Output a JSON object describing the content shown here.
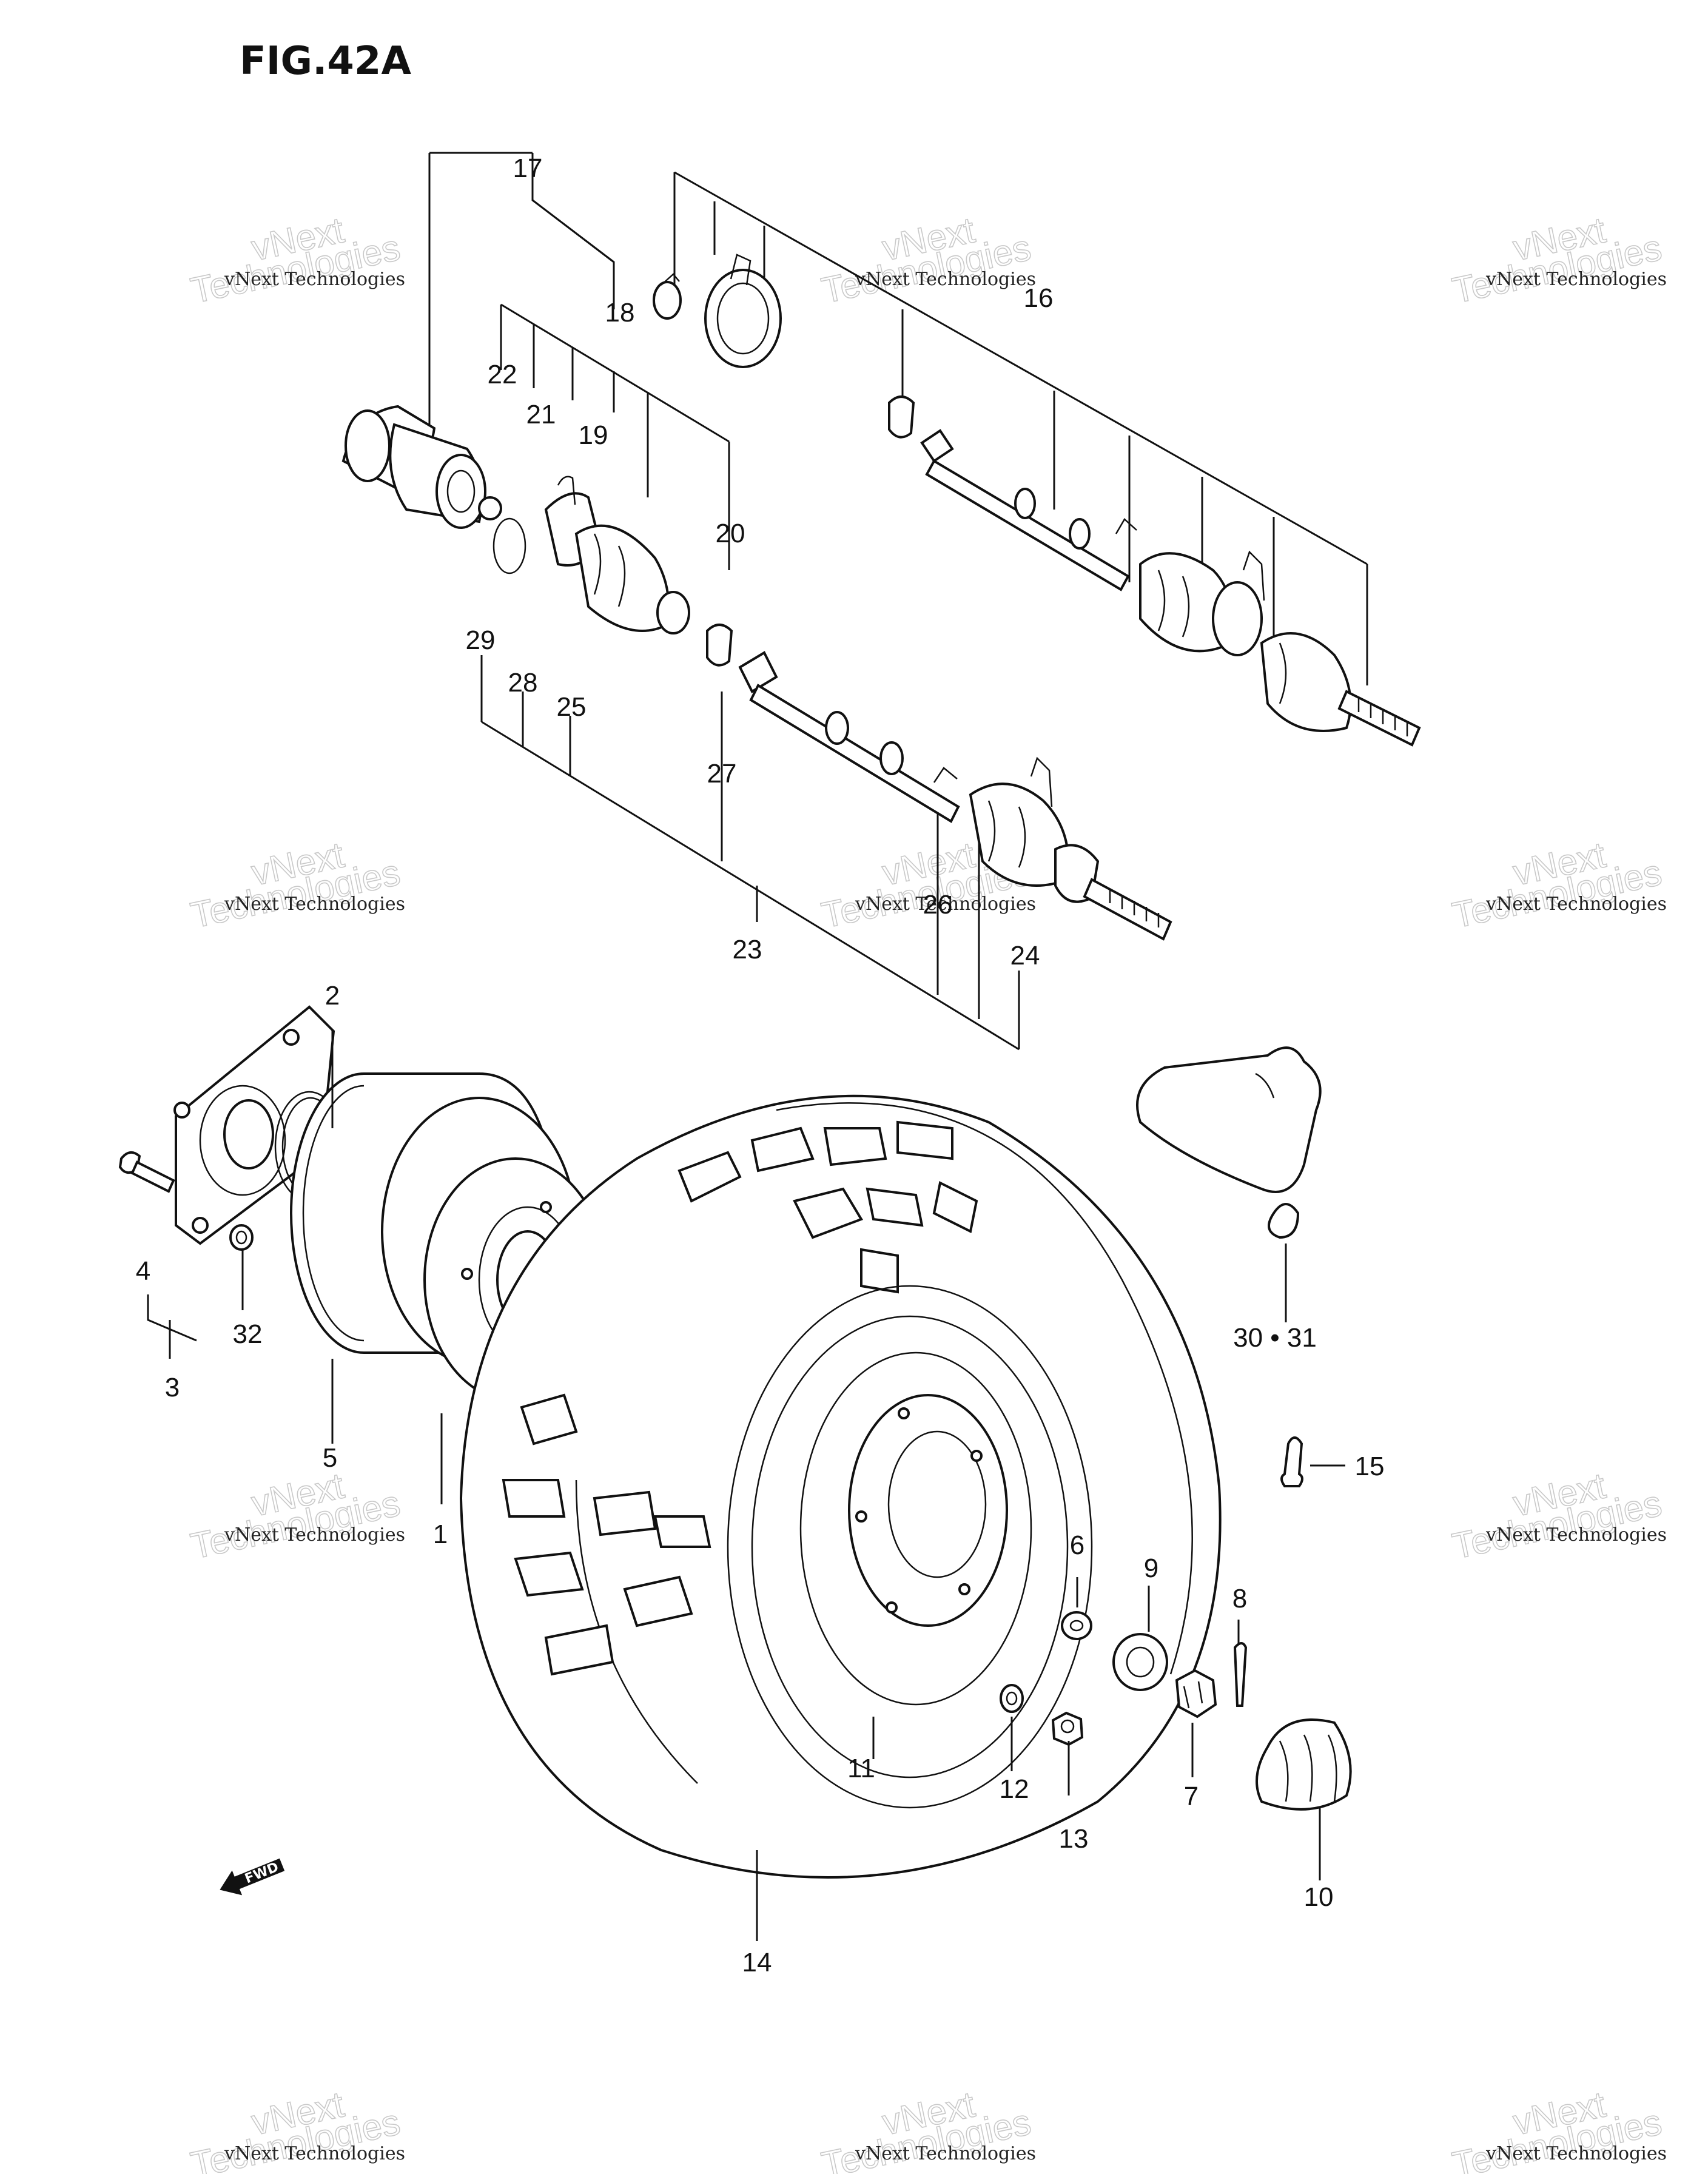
{
  "figure": {
    "title": "FIG.42A"
  },
  "callouts": {
    "c1": "1",
    "c2": "2",
    "c3": "3",
    "c4": "4",
    "c5": "5",
    "c6": "6",
    "c7": "7",
    "c8": "8",
    "c9": "9",
    "c10": "10",
    "c11": "11",
    "c12": "12",
    "c13": "13",
    "c14": "14",
    "c15": "15",
    "c16": "16",
    "c17": "17",
    "c18": "18",
    "c19": "19",
    "c20": "20",
    "c21": "21",
    "c22": "22",
    "c23": "23",
    "c24": "24",
    "c25": "25",
    "c26": "26",
    "c27": "27",
    "c28": "28",
    "c29": "29",
    "c30_31": "30 • 31",
    "c32": "32"
  },
  "fwd_arrow": {
    "label": "FWD"
  },
  "watermark": {
    "line1": "vNext",
    "line2": "Technologies",
    "small": "vNext Technologies"
  }
}
